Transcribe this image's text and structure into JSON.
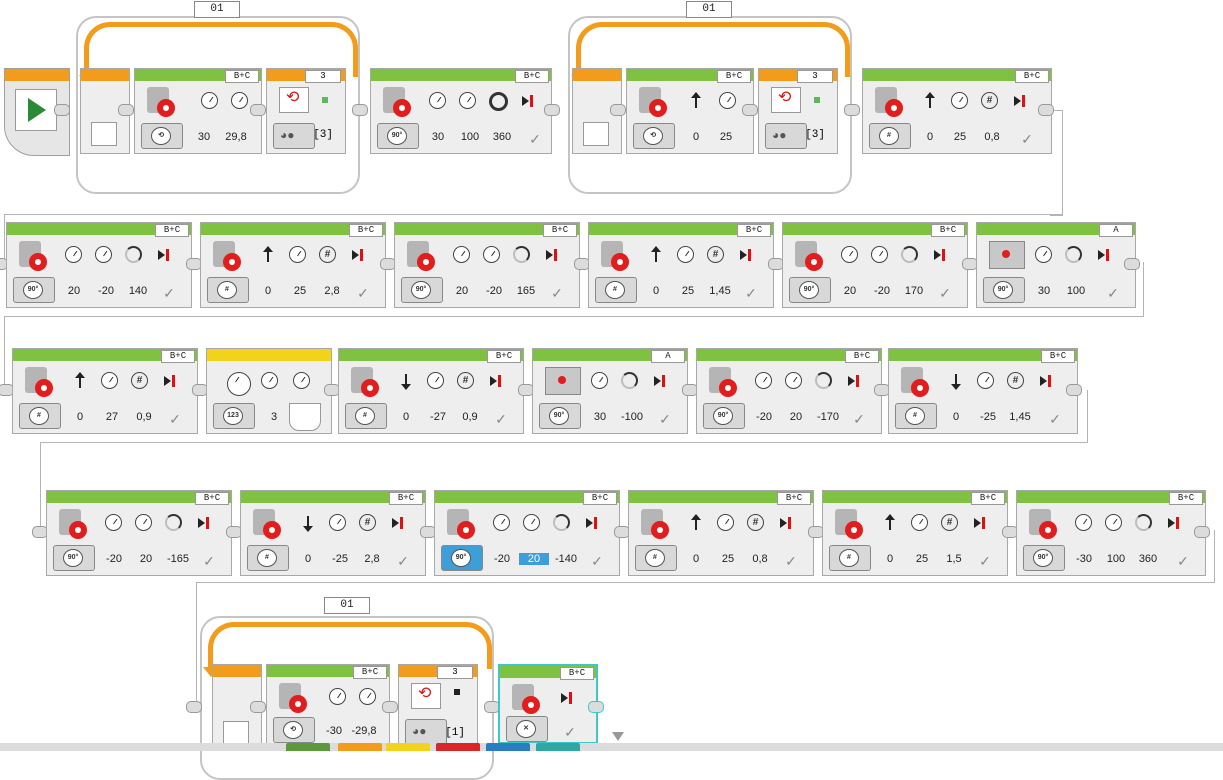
{
  "loops": [
    {
      "label": "01",
      "count": "3",
      "count_value": "[3]"
    },
    {
      "label": "01",
      "count": "3",
      "count_value": "[3]"
    },
    {
      "label": "01",
      "count": "3",
      "count_value": "[1]"
    }
  ],
  "rows": [
    {
      "blocks": [
        {
          "port": "B+C",
          "kind": "tank",
          "values": [
            "30",
            "29,8"
          ]
        },
        {
          "port": "B+C",
          "kind": "tank-deg",
          "values": [
            "30",
            "100",
            "360"
          ]
        },
        {
          "port": "B+C",
          "kind": "steer",
          "values": [
            "0",
            "25"
          ]
        },
        {
          "port": "B+C",
          "kind": "steer-rot",
          "values": [
            "0",
            "25",
            "0,8"
          ]
        }
      ]
    },
    {
      "blocks": [
        {
          "port": "B+C",
          "kind": "tank-deg",
          "values": [
            "20",
            "-20",
            "140"
          ]
        },
        {
          "port": "B+C",
          "kind": "steer-rot",
          "values": [
            "0",
            "25",
            "2,8"
          ]
        },
        {
          "port": "B+C",
          "kind": "tank-deg",
          "values": [
            "20",
            "-20",
            "165"
          ]
        },
        {
          "port": "B+C",
          "kind": "steer-rot",
          "values": [
            "0",
            "25",
            "1,45"
          ]
        },
        {
          "port": "B+C",
          "kind": "tank-deg",
          "values": [
            "20",
            "-20",
            "170"
          ]
        },
        {
          "port": "A",
          "kind": "medium-deg",
          "values": [
            "30",
            "100"
          ]
        }
      ]
    },
    {
      "blocks": [
        {
          "port": "B+C",
          "kind": "steer-rot",
          "values": [
            "0",
            "27",
            "0,9"
          ]
        },
        {
          "port": "",
          "kind": "wait",
          "values": [
            "3"
          ]
        },
        {
          "port": "B+C",
          "kind": "steer-rot-down",
          "values": [
            "0",
            "-27",
            "0,9"
          ]
        },
        {
          "port": "A",
          "kind": "medium-deg",
          "values": [
            "30",
            "-100"
          ]
        },
        {
          "port": "B+C",
          "kind": "tank-deg",
          "values": [
            "-20",
            "20",
            "-170"
          ]
        },
        {
          "port": "B+C",
          "kind": "steer-rot-down",
          "values": [
            "0",
            "-25",
            "1,45"
          ]
        }
      ]
    },
    {
      "blocks": [
        {
          "port": "B+C",
          "kind": "tank-deg",
          "values": [
            "-20",
            "20",
            "-165"
          ]
        },
        {
          "port": "B+C",
          "kind": "steer-rot-down",
          "values": [
            "0",
            "-25",
            "2,8"
          ]
        },
        {
          "port": "B+C",
          "kind": "tank-deg",
          "values": [
            "-20",
            "20",
            "-140"
          ],
          "selected": true
        },
        {
          "port": "B+C",
          "kind": "steer-rot",
          "values": [
            "0",
            "25",
            "0,8"
          ]
        },
        {
          "port": "B+C",
          "kind": "steer-rot",
          "values": [
            "0",
            "25",
            "1,5"
          ]
        },
        {
          "port": "B+C",
          "kind": "tank-deg",
          "values": [
            "-30",
            "100",
            "360"
          ]
        }
      ]
    },
    {
      "blocks": [
        {
          "port": "B+C",
          "kind": "tank",
          "values": [
            "-30",
            "-29,8"
          ]
        },
        {
          "port": "B+C",
          "kind": "off",
          "values": []
        }
      ]
    }
  ],
  "mode_labels": {
    "degrees": "90°",
    "rotations": "#",
    "on": "⟲",
    "off": "✕",
    "timer": "123"
  },
  "colors": {
    "move": "#7fc241",
    "loop": "#f39c1c",
    "wait": "#f2d31b",
    "selection": "#3cc8c8",
    "highlight": "#3e9fd8"
  }
}
